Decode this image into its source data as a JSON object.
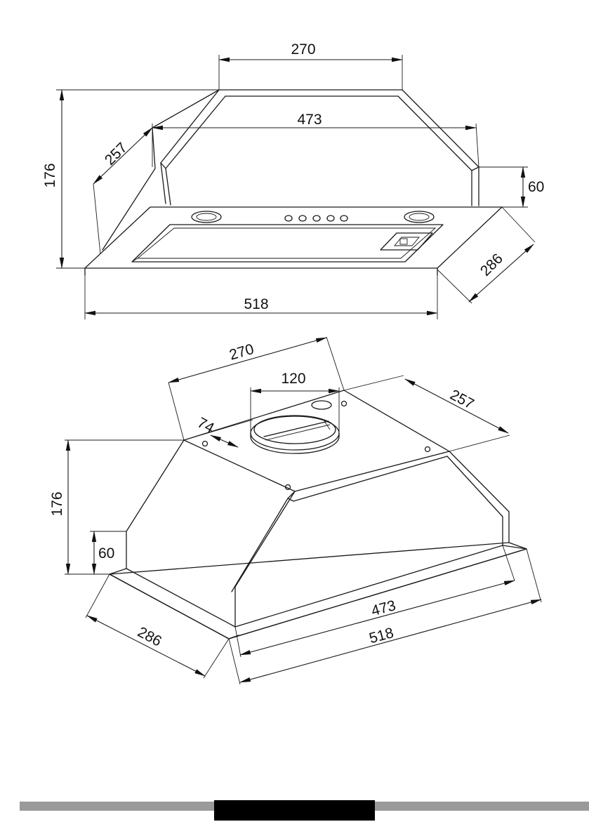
{
  "top_view": {
    "dim_top_width": "270",
    "dim_upper_width": "473",
    "dim_side_depth": "257",
    "dim_total_height": "176",
    "dim_base_height": "60",
    "dim_base_depth": "286",
    "dim_base_width": "518"
  },
  "bottom_view": {
    "dim_top_width": "270",
    "dim_duct_diameter": "120",
    "dim_duct_offset": "74",
    "dim_side_depth": "257",
    "dim_total_height": "176",
    "dim_base_height": "60",
    "dim_base_depth": "286",
    "dim_upper_width": "473",
    "dim_base_width": "518"
  },
  "footer": {
    "band_color": "#9a9a9a",
    "block_color": "#000000"
  }
}
